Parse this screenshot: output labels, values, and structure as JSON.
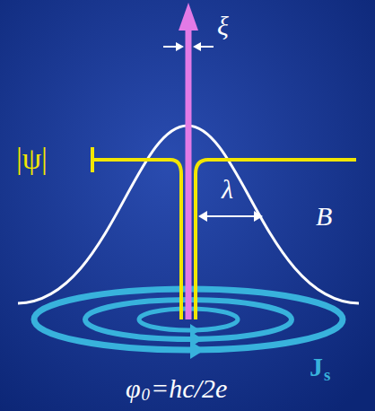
{
  "diagram": {
    "labels": [
      "|ψ|",
      "ξ",
      "λ",
      "B",
      "J",
      "s",
      "φ",
      "0",
      "=hc/2e"
    ]
  }
}
